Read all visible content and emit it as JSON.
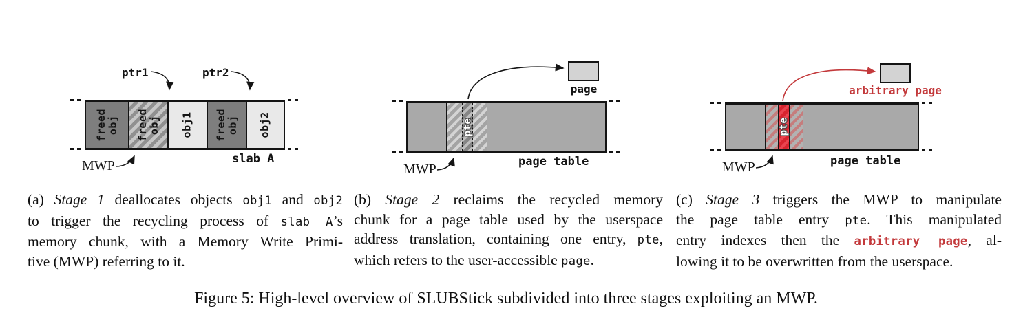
{
  "figure_caption": "Figure 5: High-level overview of SLUBStick subdivided into three stages exploiting an MWP.",
  "colors": {
    "accent_red": "#c3393b",
    "pte_red": "#e23b45",
    "bar_gray": "#a9a9a9",
    "dark_gray": "#7e7e7e",
    "light_gray": "#e9e9e9",
    "box_gray": "#d3d3d3",
    "ink": "#141414"
  },
  "panel_a": {
    "labels": {
      "ptr1": "ptr1",
      "ptr2": "ptr2",
      "mwp": "MWP",
      "slab": "slab A"
    },
    "segments": [
      {
        "type": "dark",
        "lines": [
          "freed",
          "obj"
        ]
      },
      {
        "type": "hatch",
        "lines": [
          "freed",
          "obj"
        ]
      },
      {
        "type": "light",
        "lines": [
          "obj1"
        ]
      },
      {
        "type": "dark",
        "lines": [
          "freed",
          "obj"
        ]
      },
      {
        "type": "light",
        "lines": [
          "obj2"
        ]
      }
    ],
    "caption": [
      [
        {
          "s": "r",
          "t": "(a) "
        },
        {
          "s": "i",
          "t": "Stage 1"
        },
        {
          "s": "r",
          "t": " deallocates objects "
        },
        {
          "s": "m",
          "t": "obj1"
        },
        {
          "s": "r",
          "t": " and "
        },
        {
          "s": "m",
          "t": "obj2"
        }
      ],
      [
        {
          "s": "r",
          "t": "to trigger the recycling process of "
        },
        {
          "s": "m",
          "t": "slab A"
        },
        {
          "s": "r",
          "t": "’s"
        }
      ],
      [
        {
          "s": "r",
          "t": "memory chunk, with a Memory Write Primi-"
        }
      ],
      [
        {
          "s": "r",
          "t": "tive (MWP) referring to it."
        }
      ]
    ]
  },
  "panel_b": {
    "labels": {
      "mwp": "MWP",
      "pte": "pte",
      "page": "page",
      "table": "page table"
    },
    "caption": [
      [
        {
          "s": "r",
          "t": "(b) "
        },
        {
          "s": "i",
          "t": "Stage 2"
        },
        {
          "s": "r",
          "t": " reclaims the recycled memory"
        }
      ],
      [
        {
          "s": "r",
          "t": "chunk for a page table used by the userspace"
        }
      ],
      [
        {
          "s": "r",
          "t": "address translation, containing one entry, "
        },
        {
          "s": "m",
          "t": "pte"
        },
        {
          "s": "r",
          "t": ","
        }
      ],
      [
        {
          "s": "r",
          "t": "which refers to the user-accessible "
        },
        {
          "s": "m",
          "t": "page"
        },
        {
          "s": "r",
          "t": "."
        }
      ]
    ]
  },
  "panel_c": {
    "labels": {
      "mwp": "MWP",
      "pte": "pte",
      "page": "arbitrary page",
      "table": "page table"
    },
    "caption": [
      [
        {
          "s": "r",
          "t": "(c) "
        },
        {
          "s": "i",
          "t": "Stage 3"
        },
        {
          "s": "r",
          "t": " triggers the MWP to manipulate"
        }
      ],
      [
        {
          "s": "r",
          "t": "the page table entry "
        },
        {
          "s": "m",
          "t": "pte"
        },
        {
          "s": "r",
          "t": ". This manipulated"
        }
      ],
      [
        {
          "s": "r",
          "t": "entry indexes then the "
        },
        {
          "s": "mr",
          "t": "arbitrary page"
        },
        {
          "s": "r",
          "t": ", al-"
        }
      ],
      [
        {
          "s": "r",
          "t": "lowing it to be overwritten from the userspace."
        }
      ]
    ]
  }
}
